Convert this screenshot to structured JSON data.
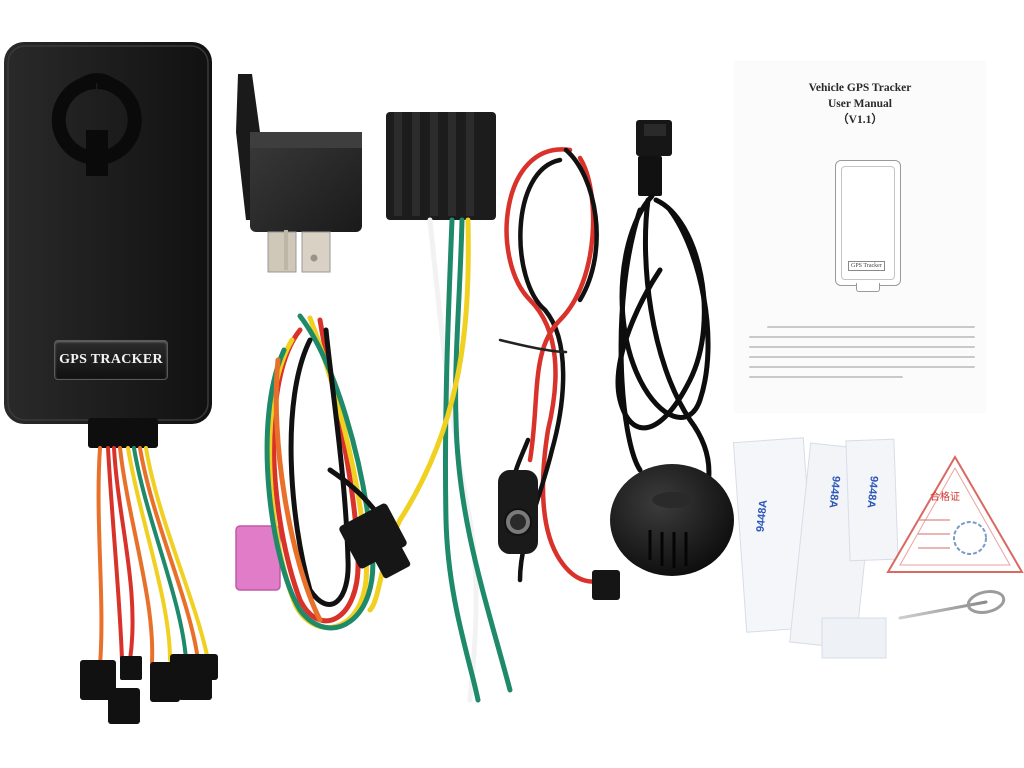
{
  "image": {
    "description_items": [
      "gps-tracker-unit",
      "relay",
      "relay-harness",
      "wiring-harness",
      "power-wires",
      "gps-antenna",
      "user-manual",
      "adhesive-tape",
      "qc-certificate",
      "sim-eject-pin"
    ]
  },
  "device": {
    "label": "GPS TRACKER"
  },
  "manual": {
    "title_line1": "Vehicle GPS Tracker",
    "title_line2": "User Manual",
    "title_line3": "（V1.1）",
    "device_tag": "GPS Tracker"
  },
  "tape": {
    "code": "9448A"
  },
  "certificate": {
    "title": "合格证"
  },
  "colors": {
    "device_body": "#1c1c1c",
    "relay": "#2a2a2a",
    "wire_red": "#d8322a",
    "wire_yellow": "#f0d020",
    "wire_green": "#1e8a6a",
    "wire_black": "#111111",
    "wire_white": "#f2f2f2",
    "wire_orange": "#e8702a",
    "fuse_pink": "#e07cc8",
    "tape_blue": "#2c56b8",
    "cert_red": "#d0362f"
  }
}
